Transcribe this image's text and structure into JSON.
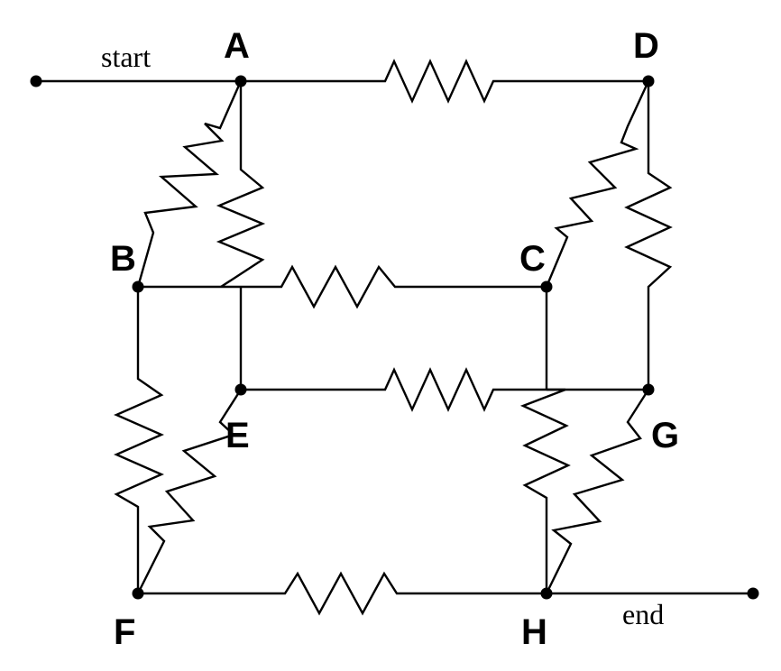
{
  "labels": {
    "start": "start",
    "end": "end",
    "A": "A",
    "B": "B",
    "C": "C",
    "D": "D",
    "E": "E",
    "F": "F",
    "G": "G",
    "H": "H"
  },
  "components": [
    {
      "from": "A",
      "to": "D",
      "type": "resistor"
    },
    {
      "from": "A",
      "to": "B",
      "type": "resistor"
    },
    {
      "from": "A",
      "to": "J",
      "type": "resistor"
    },
    {
      "from": "J",
      "to": "C",
      "type": "resistor"
    },
    {
      "from": "D",
      "to": "C",
      "type": "resistor"
    },
    {
      "from": "D",
      "to": "G",
      "type": "resistor"
    },
    {
      "from": "E",
      "to": "G",
      "type": "resistor"
    },
    {
      "from": "B",
      "to": "F",
      "type": "resistor"
    },
    {
      "from": "E",
      "to": "F",
      "type": "resistor"
    },
    {
      "from": "K",
      "to": "H",
      "type": "resistor"
    },
    {
      "from": "G",
      "to": "H",
      "type": "resistor"
    },
    {
      "from": "F",
      "to": "H",
      "type": "resistor"
    }
  ],
  "colors": {
    "stroke": "#000000",
    "background": "#ffffff"
  }
}
